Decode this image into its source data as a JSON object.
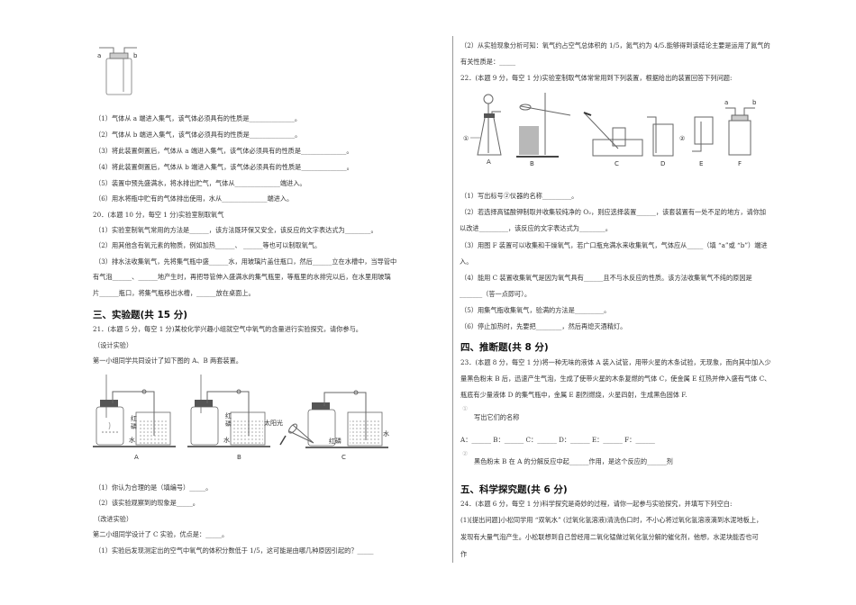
{
  "left": {
    "fig_top": {
      "label_a": "a",
      "label_b": "b"
    },
    "q19_items": [
      "（1）气体从 a 端进入集气，该气体必须具有的性质是______________。",
      "（2）气体从 b 端进入集气，该气体必须具有的性质是______________。",
      "（3）将此装置倒置后，气体从 a 端进入集气，该气体必须具有的性质是______________。",
      "（4）将此装置倒置后，气体从 b 端进入集气，该气体必须具有的性质是______________。",
      "（5）装置中预先盛满水，将水排出贮气，气体从______________端进入。",
      "（6）用水将瓶中贮有的气体排出使用，水从______________端进入。"
    ],
    "q20": {
      "title": "20．(本题 10 分，每空 1 分)实验室制取氧气",
      "lines": [
        "（1）实验室制氧气常用的方法是______，该方法既环保又安全，该反应的文字表达式为________。",
        "（2）用其他含有氧元素的物质，例如加热______、 ______等也可以制取氧气。",
        "（3）排水法收集氧气，先将集气瓶中盛______水，用玻璃片盖住瓶口，然后______立在水槽中，当导管中",
        "有气泡______、______地产生时，再把导管伸入盛满水的集气瓶里，等瓶里的水排完以后，在水里用玻璃",
        "片______瓶口，将集气瓶移出水槽，______放在桌面上。"
      ]
    },
    "section3": {
      "heading": "三、实验题(共 15 分)",
      "q21_title": "21．(本题 5 分，每空 1 分)某校化学兴趣小组就空气中氧气的含量进行实验探究，请你参与。",
      "design_label": "（设计实验）",
      "design_text": "第一小组同学共同设计了如下图的 A、B 两套装置。",
      "figure": {
        "A": "A",
        "B": "B",
        "C": "C",
        "red_p": "红磷",
        "red_p_1": "红",
        "red_p_2": "磷",
        "water": "水",
        "sunlight": "太阳光"
      },
      "items": [
        "（1）你认为合理的是（填编号）_____。",
        "（2）该实验观察到的现象是_____。",
        "（改进实验）",
        "第二小组同学设计了 C 实验，优点是：_____。",
        "（1）实验后发现测定出的空气中氧气的体积分数低于 1/5，这可能是由哪几种原因引起的？_____"
      ]
    }
  },
  "right": {
    "q21_cont": [
      "（2）从实验现象分析可知：氧气约占空气总体积的 1/5，氮气约为 4/5.能够得到该结论主要是运用了氮气的",
      "有关性质是：_____"
    ],
    "q22": {
      "title": "22．(本题 9 分，每空 1 分)实验室制取气体常常用到下列装置，根据给出的装置回答下列问题:",
      "figure": {
        "labels": [
          "A",
          "B",
          "C",
          "D",
          "E",
          "F"
        ],
        "mark1": "①",
        "mark2": "②",
        "a": "a",
        "b": "b"
      },
      "items": [
        "（1）写出标号②仪器的名称_________。",
        "（2）若选择高锰酸钾制取并收集较纯净的 O₂，则应选择装置______，该套装置有一处不足的地方，请你加",
        "以改进_________，该反应的文字表达式为________。",
        "（3）用图 F 装置可以收集和干燥氧气，若广口瓶充满水来收集氧气，气体应从_____（填 “a”或 “b”）端进",
        "入。",
        "（4）能用 C 装置收集氧气是因为氧气具有______且不与水反应的性质。该方法收集氧气不纯的原因是",
        "_______（答一点即可）。",
        "（5）用集气瓶收集氧气，验满的方法是_________。",
        "（6）停止加热时，先要把________，然后再熄灭酒精灯。"
      ]
    },
    "section4": {
      "heading": "四、推断题(共 8 分)",
      "q23": [
        "23．(本题 8 分，每空 1 分)将一种无味的液体 A 装入试管，用带火星的木条试验，无现象，而向其中加入少",
        "量黑色粉末 B 后，迅速产生气泡，生成了使带火星的木条复燃的气体 C，使金属 E 红热并伸入盛有气体 C、",
        "瓶底有少量液体 D 的集气瓶中，金属 E 剧烈燃烧，火星四射，生成黑色固体 F."
      ],
      "sub1_mark": "①",
      "sub1_text": "写出它们的名称",
      "answers": "A：______ B：______ C：______ D：______ E：______ F：______",
      "sub2_mark": "②",
      "sub2_text": "黑色粉末 B 在 A 的分解反应中起______作用，是这个反应的______剂"
    },
    "section5": {
      "heading": "五、科学探究题(共 6 分)",
      "q24": [
        "24．(本题 6 分，每空 1 分)科学探究是奇妙的过程，请你一起参与实验探究，并填写下列空白:",
        "(1)[提出问题]小松同学用 “双氧水” (过氧化氢溶液)清洗伤口时，不小心将过氧化氢溶液滴到水泥地板上，",
        "发现有大量气泡产生。小松联想到自己曾经用二氧化锰做过氧化氢分解的催化剂，他想，水泥块能否也可",
        "作"
      ]
    }
  }
}
